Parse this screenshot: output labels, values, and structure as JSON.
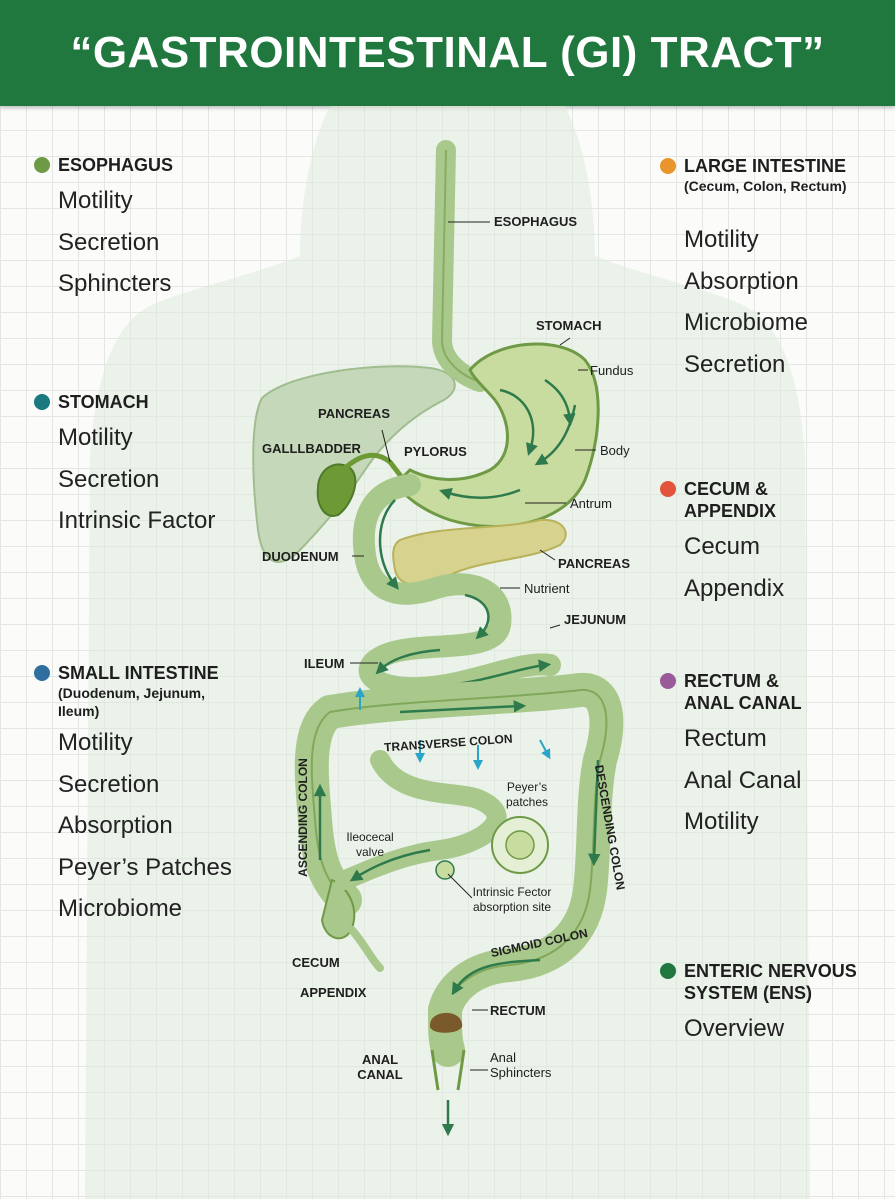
{
  "title": "“GASTROINTESTINAL (GI) TRACT”",
  "colors": {
    "header": "#21783f",
    "esophagus": "#6f9a45",
    "stomach": "#1b7a7f",
    "small_intestine": "#2f6f9f",
    "large_intestine": "#e9952c",
    "cecum_appendix": "#e2543b",
    "rectum_anal": "#9a5a9a",
    "ens": "#21783f"
  },
  "panels": {
    "esophagus": {
      "title": "ESOPHAGUS",
      "items": [
        "Motility",
        "Secretion",
        "Sphincters"
      ]
    },
    "stomach": {
      "title": "STOMACH",
      "items": [
        "Motility",
        "Secretion",
        "Intrinsic Factor"
      ]
    },
    "small_intestine": {
      "title": "SMALL INTESTINE",
      "subtitle": "(Duodenum, Jejunum, Ileum)",
      "items": [
        "Motility",
        "Secretion",
        "Absorption",
        "Peyer’s Patches",
        "Microbiome"
      ]
    },
    "large_intestine": {
      "title": "LARGE INTESTINE",
      "subtitle": "(Cecum, Colon, Rectum)",
      "items": [
        "Motility",
        "Absorption",
        "Microbiome",
        "Secretion"
      ]
    },
    "cecum_appendix": {
      "title": "CECUM & APPENDIX",
      "items": [
        "Cecum",
        "Appendix"
      ]
    },
    "rectum_anal": {
      "title": "RECTUM & ANAL CANAL",
      "items": [
        "Rectum",
        "Anal Canal",
        "Motility"
      ]
    },
    "ens": {
      "title": "ENTERIC NERVOUS SYSTEM (ENS)",
      "items": [
        "Overview"
      ]
    }
  },
  "labels": {
    "esophagus": "ESOPHAGUS",
    "stomach": "STOMACH",
    "fundus": "Fundus",
    "body": "Body",
    "antrum": "Antrum",
    "pancreas_top": "PANCREAS",
    "pancreas": "PANCREAS",
    "gallbladder": "GALLLBADDER",
    "pylorus": "PYLORUS",
    "duodenum": "DUODENUM",
    "nutrient": "Nutrient",
    "jejunum": "JEJUNUM",
    "ileum": "ILEUM",
    "transverse_colon": "TRANSVERSE COLON",
    "ascending_colon": "ASCENDING COLON",
    "descending_colon": "DESCENDING COLON",
    "sigmoid_colon": "SIGMOID COLON",
    "peyers_patches": "Peyer’s patches",
    "ileocecal_valve": "Ileocecal valve",
    "intrinsic_factor_site": "Intrinsic Fector absorption site",
    "cecum": "CECUM",
    "appendix": "APPENDIX",
    "rectum": "RECTUM",
    "anal_canal": "ANAL CANAL",
    "anal_sphincters": "Anal Sphincters"
  }
}
